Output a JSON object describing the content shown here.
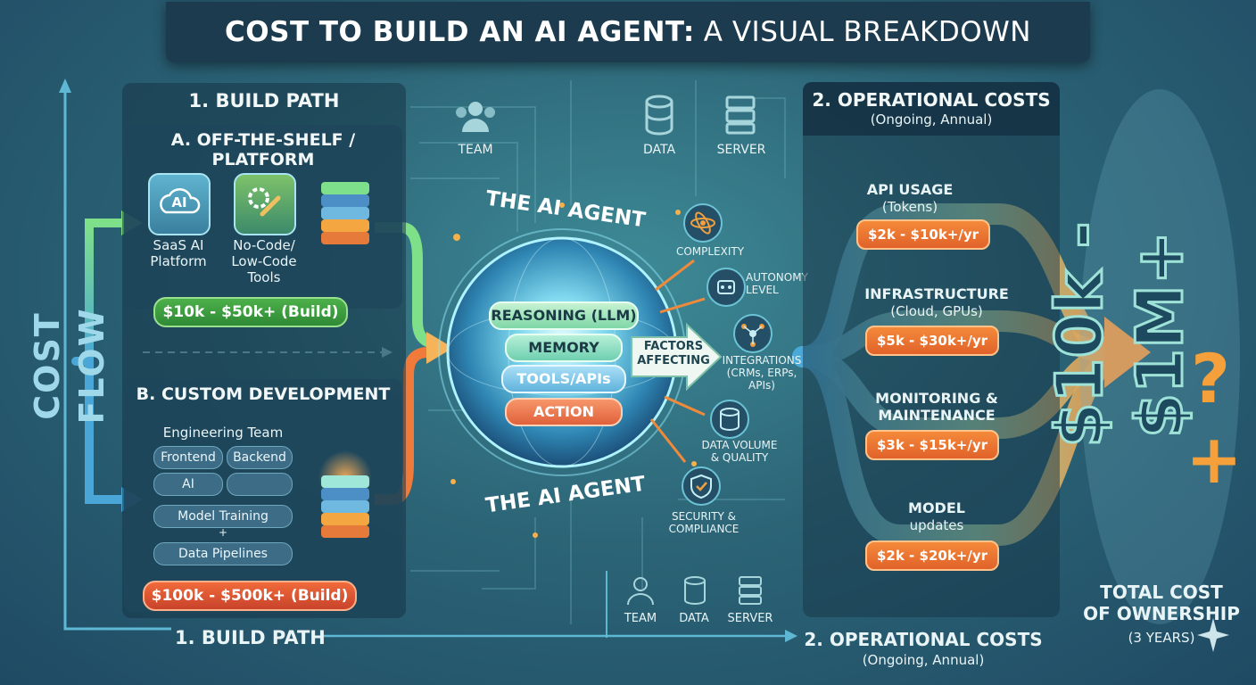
{
  "title": {
    "bold": "COST TO BUILD AN AI AGENT:",
    "rest": "A VISUAL BREAKDOWN"
  },
  "side_label": "COST FLOW",
  "build": {
    "header": "1. BUILD PATH",
    "footer": "1. BUILD PATH",
    "off_shelf": {
      "header": "A. OFF-THE-SHELF / PLATFORM",
      "icon_text": "AI",
      "tools": [
        {
          "label": "SaaS AI\nPlatform",
          "icon": "cloud-ai-icon"
        },
        {
          "label": "No-Code/\nLow-Code\nTools",
          "icon": "gear-wrench-icon"
        }
      ],
      "cost": "$10k - $50k+ (Build)"
    },
    "custom": {
      "header": "B. CUSTOM DEVELOPMENT",
      "team_title": "Engineering Team",
      "chips": [
        "Frontend",
        "Backend",
        "AI",
        "",
        "Model Training",
        "+",
        "Data Pipelines"
      ],
      "cost": "$100k - $500k+ (Build)"
    }
  },
  "resources_top": [
    "TEAM",
    "DATA",
    "SERVER"
  ],
  "resources_bottom": [
    "TEAM",
    "DATA",
    "SERVER"
  ],
  "agent": {
    "title_top": "THE AI AGENT",
    "title_bottom": "THE AI AGENT",
    "layers": [
      "REASONING (LLM)",
      "MEMORY",
      "TOOLS/APIs",
      "ACTION"
    ],
    "factors_label": "FACTORS\nAFFECTING"
  },
  "factors": [
    {
      "label": "COMPLEXITY",
      "icon": "atom-icon"
    },
    {
      "label": "AUTONOMY\nLEVEL",
      "icon": "robot-icon"
    },
    {
      "label": "INTEGRATIONS\n(CRMs, ERPs,\nAPIs)",
      "icon": "network-icon"
    },
    {
      "label": "DATA VOLUME\n& QUALITY",
      "icon": "database-icon"
    },
    {
      "label": "SECURITY &\nCOMPLIANCE",
      "icon": "shield-lock-icon"
    }
  ],
  "operational": {
    "header": "2. OPERATIONAL COSTS",
    "subheader": "(Ongoing, Annual)",
    "footer": "2. OPERATIONAL COSTS",
    "footer_sub": "(Ongoing, Annual)",
    "items": [
      {
        "title": "API USAGE",
        "sub": "(Tokens)",
        "cost": "$2k - $10k+/yr"
      },
      {
        "title": "INFRASTRUCTURE",
        "sub": "(Cloud, GPUs)",
        "cost": "$5k - $30k+/yr"
      },
      {
        "title": "MONITORING &",
        "sub": "MAINTENANCE",
        "cost": "$3k - $15k+/yr"
      },
      {
        "title": "MODEL",
        "sub": "updates",
        "cost": "$2k - $20k+/yr"
      }
    ]
  },
  "total": {
    "range": "$10k - $1M+",
    "question": "?",
    "plus": "+",
    "label": "TOTAL COST\nOF OWNERSHIP",
    "sub": "(3 YEARS)"
  }
}
